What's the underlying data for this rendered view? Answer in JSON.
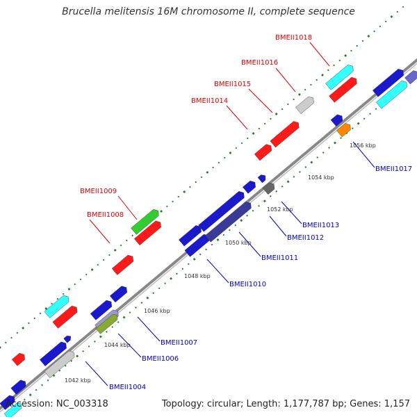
{
  "title": "Brucella melitensis 16M chromosome II, complete sequence",
  "footer": {
    "accession_prefix": "Accession: ",
    "accession": "NC_003318",
    "topology_prefix": "Topology: ",
    "topology": "circular",
    "length_prefix": "; Length: ",
    "length": "1,177,787 bp",
    "genes_prefix": "; Genes: ",
    "genes": "1,157"
  },
  "colors": {
    "label_top_strand": "#e00000",
    "label_bottom_strand": "#0000cc",
    "backbone": "#888888",
    "ticks": "#2a7a2a"
  },
  "scale_labels": [
    "1042 kbp",
    "1044 kbp",
    "1046 kbp",
    "1048 kbp",
    "1050 kbp",
    "1052 kbp",
    "1054 kbp",
    "1056 kbp"
  ],
  "gene_labels_top": [
    "BMEII1008",
    "BMEII1009",
    "BMEII1014",
    "BMEII1015",
    "BMEII1016",
    "BMEII1018"
  ],
  "gene_labels_bottom": [
    "BMEII1004",
    "BMEII1006",
    "BMEII1007",
    "BMEII1010",
    "BMEII1011",
    "BMEII1012",
    "BMEII1013",
    "BMEII1017"
  ]
}
